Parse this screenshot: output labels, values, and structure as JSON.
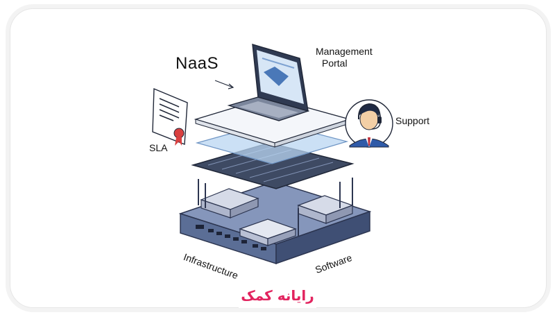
{
  "labels": {
    "naas": "NaaS",
    "management_line1": "Management",
    "management_line2": "Portal",
    "support": "Support",
    "sla": "SLA",
    "infrastructure": "Infrastructure",
    "software": "Software"
  },
  "brand": "رایانه کمک",
  "colors": {
    "brand": "#e2245f",
    "network_layer": "#3e4a63",
    "software_layer": "#b9d6f2",
    "base": "#5b6e96"
  }
}
